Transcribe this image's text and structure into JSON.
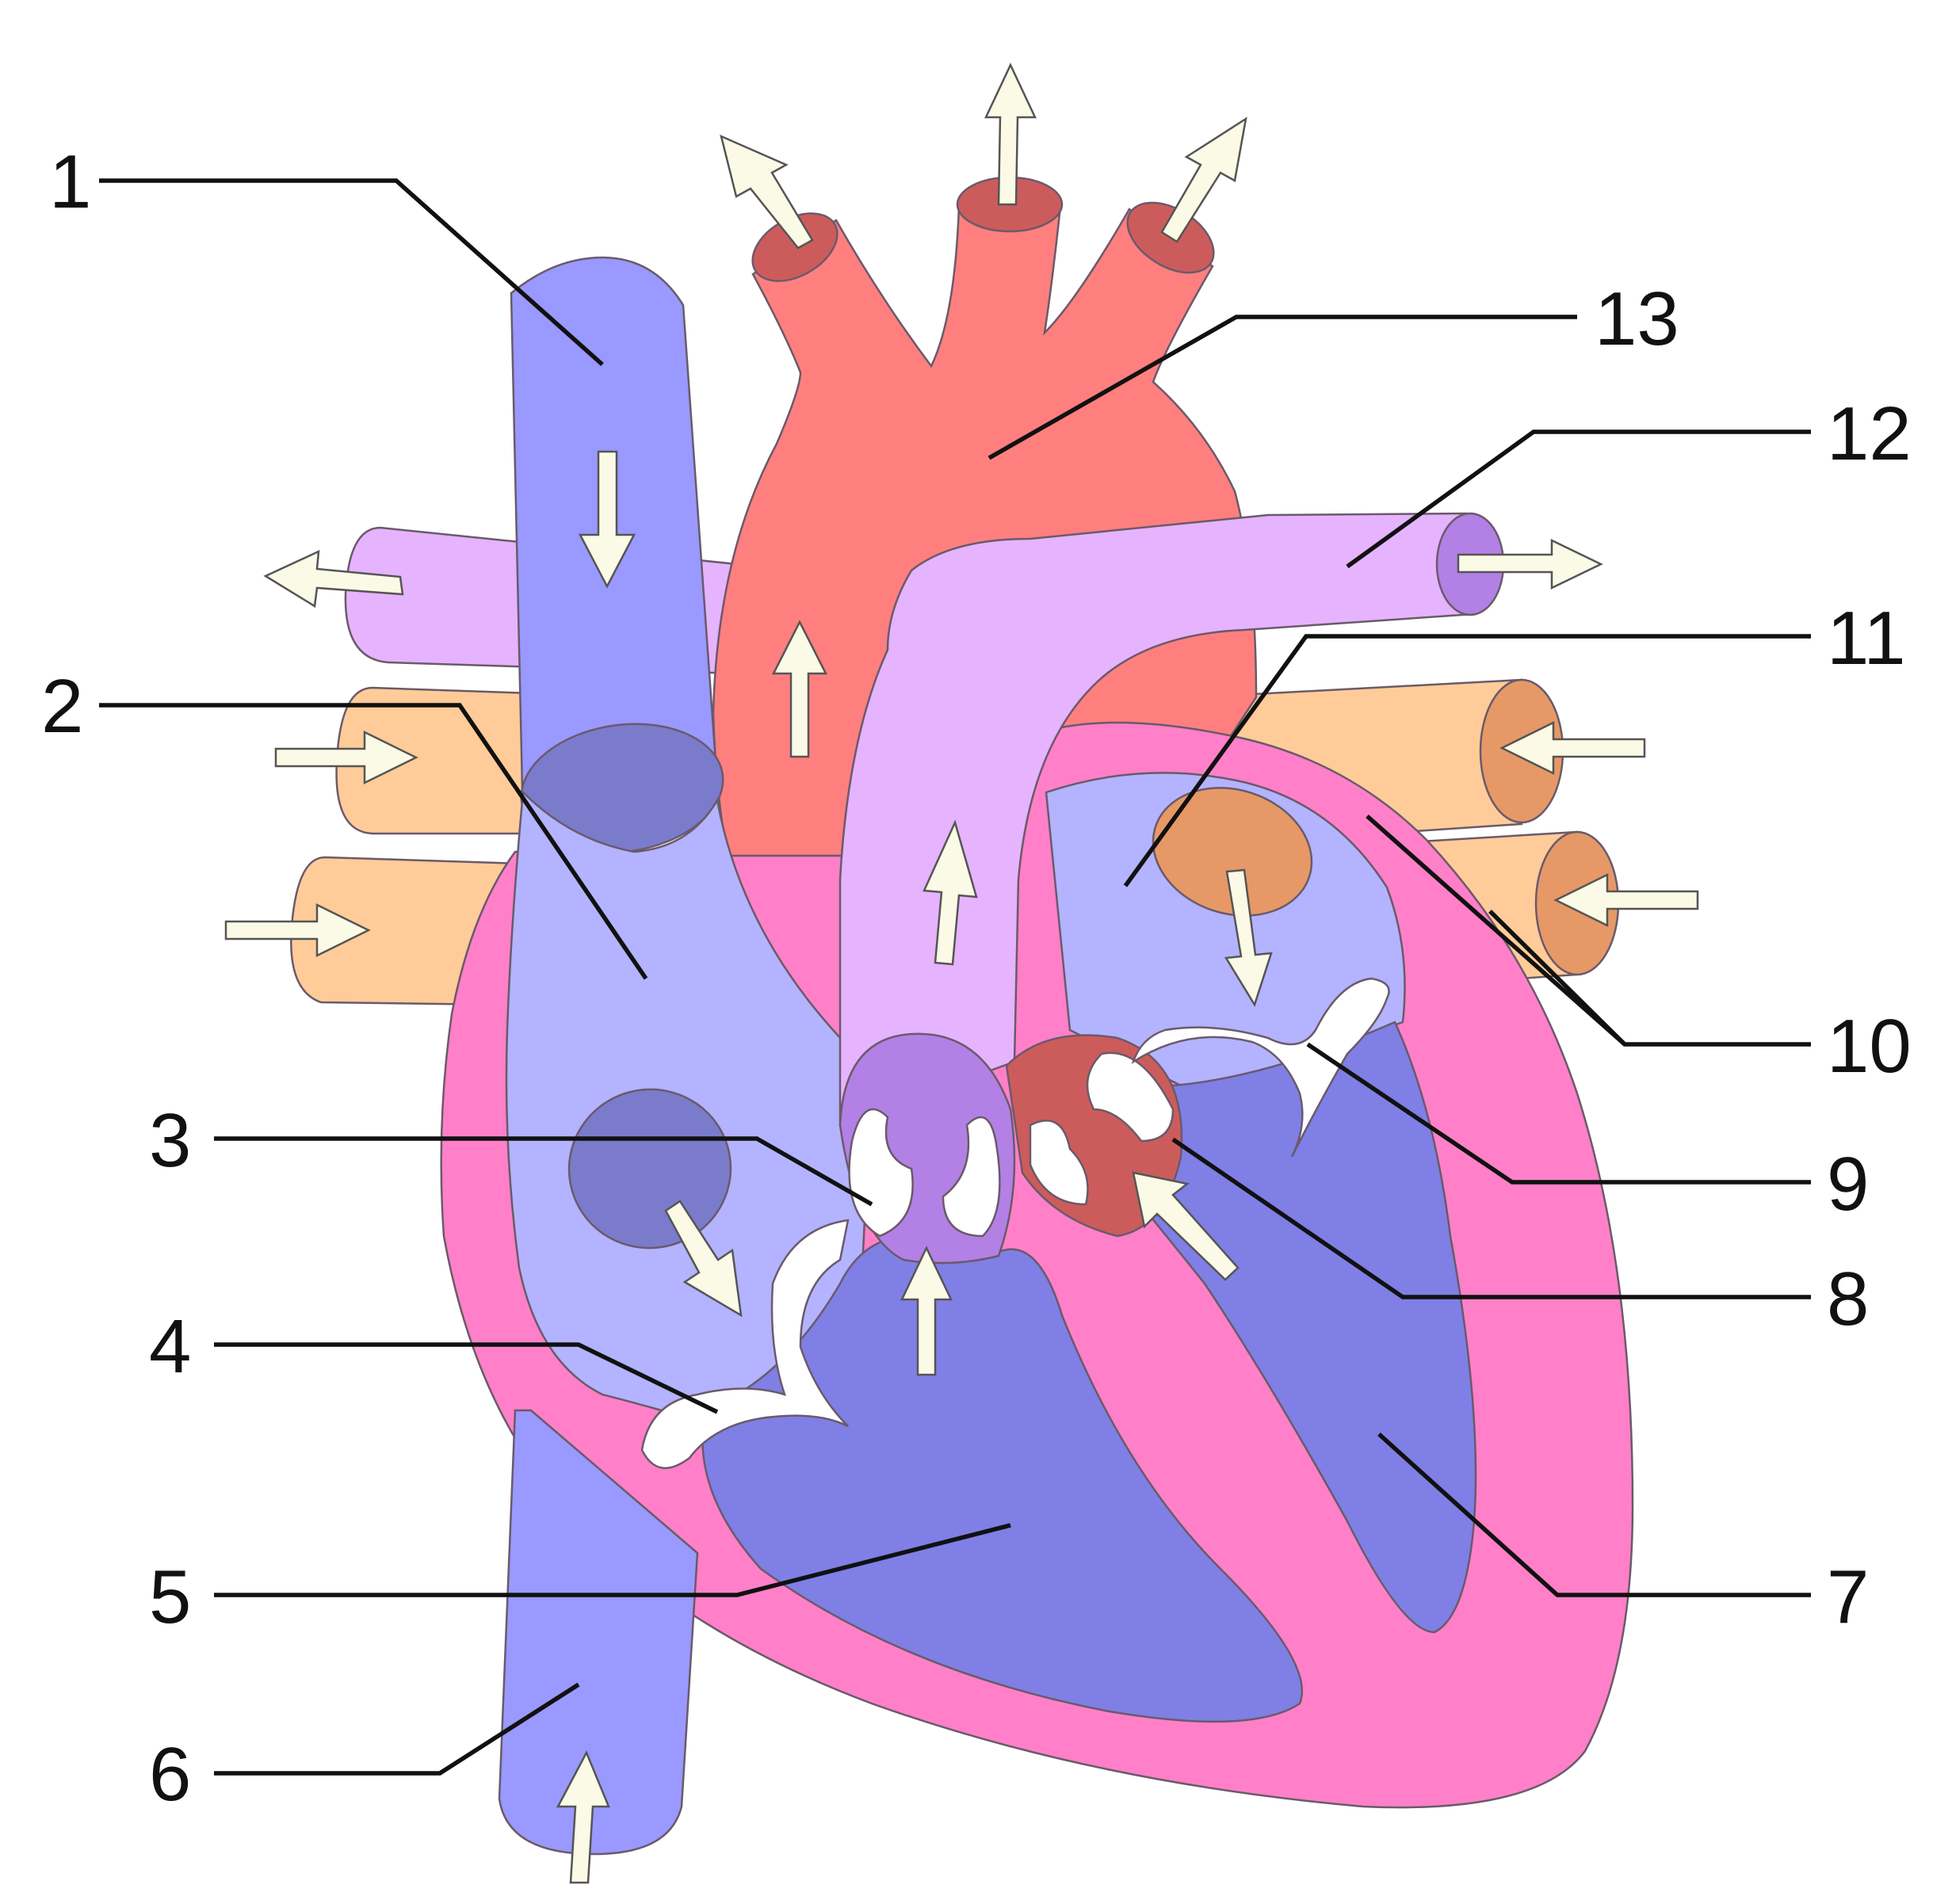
{
  "labels": [
    {
      "id": "1",
      "text": "1"
    },
    {
      "id": "2",
      "text": "2"
    },
    {
      "id": "3",
      "text": "3"
    },
    {
      "id": "4",
      "text": "4"
    },
    {
      "id": "5",
      "text": "5"
    },
    {
      "id": "6",
      "text": "6"
    },
    {
      "id": "7",
      "text": "7"
    },
    {
      "id": "8",
      "text": "8"
    },
    {
      "id": "9",
      "text": "9"
    },
    {
      "id": "10",
      "text": "10"
    },
    {
      "id": "11",
      "text": "11"
    },
    {
      "id": "12",
      "text": "12"
    },
    {
      "id": "13",
      "text": "13"
    }
  ],
  "colors": {
    "vena_cava": "#9999ff",
    "vena_cava_dark": "#7b7bcc",
    "right_atrium": "#b3b3ff",
    "ventricle": "#7f7fe6",
    "wall": "#ff80c8",
    "aorta": "#ff7f7f",
    "aorta_dark": "#cc5c5c",
    "pulmonary_artery": "#e6b3ff",
    "pulmonary_artery_dark": "#b380e6",
    "pulmonary_vein": "#ffcc99",
    "pulmonary_vein_dark": "#e69966",
    "valve": "#ffffff",
    "flow_arrow": "#fafae6"
  }
}
